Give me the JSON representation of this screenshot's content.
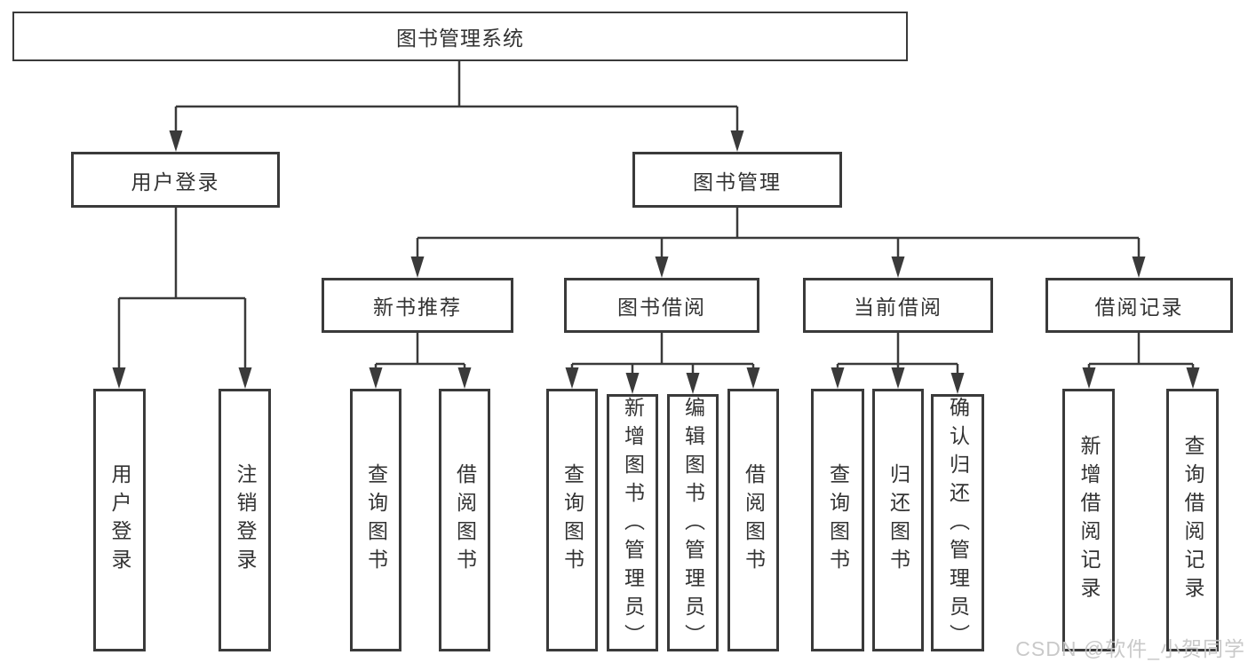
{
  "diagram": {
    "root": {
      "label": "图书管理系统"
    },
    "branches": [
      {
        "label": "用户登录",
        "children": [
          {
            "label": "用户登录"
          },
          {
            "label": "注销登录"
          }
        ]
      },
      {
        "label": "图书管理",
        "children": [
          {
            "label": "新书推荐",
            "children": [
              {
                "label": "查询图书"
              },
              {
                "label": "借阅图书"
              }
            ]
          },
          {
            "label": "图书借阅",
            "children": [
              {
                "label": "查询图书"
              },
              {
                "label": "新增图书（管理员）"
              },
              {
                "label": "编辑图书（管理员）"
              },
              {
                "label": "借阅图书"
              }
            ]
          },
          {
            "label": "当前借阅",
            "children": [
              {
                "label": "查询图书"
              },
              {
                "label": "归还图书"
              },
              {
                "label": "确认归还（管理员）"
              }
            ]
          },
          {
            "label": "借阅记录",
            "children": [
              {
                "label": "新增借阅记录"
              },
              {
                "label": "查询借阅记录"
              }
            ]
          }
        ]
      }
    ]
  },
  "watermark": {
    "text": "CSDN @软件_小贺同学"
  },
  "colors": {
    "line": "#3a3a3a",
    "text": "#333333",
    "watermark_text": "#c6c6c6",
    "background": "#ffffff"
  }
}
